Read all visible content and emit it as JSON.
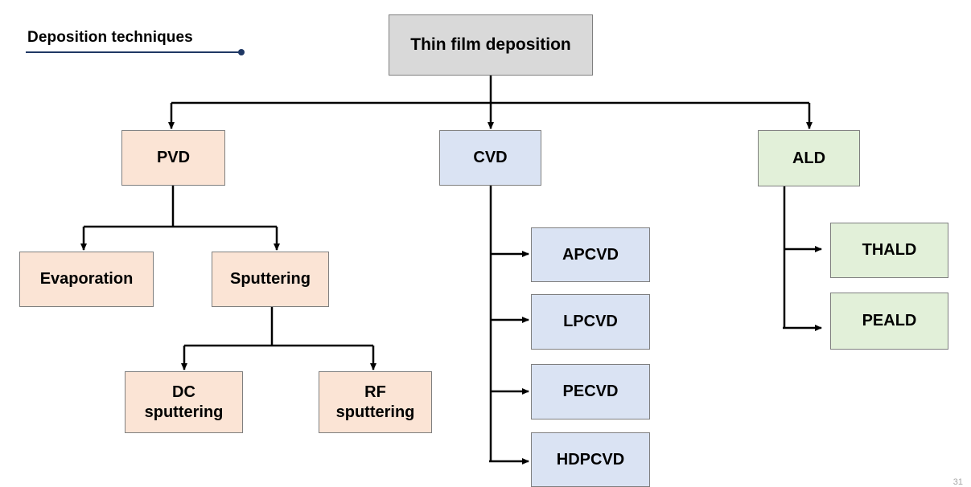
{
  "header": {
    "title": "Deposition techniques"
  },
  "root": {
    "label": "Thin film deposition"
  },
  "categories": {
    "pvd": {
      "label": "PVD"
    },
    "cvd": {
      "label": "CVD"
    },
    "ald": {
      "label": "ALD"
    }
  },
  "pvd_methods": {
    "evaporation": "Evaporation",
    "sputtering": "Sputtering",
    "dc_line1": "DC",
    "dc_line2": "sputtering",
    "rf_line1": "RF",
    "rf_line2": "sputtering"
  },
  "cvd_methods": [
    "APCVD",
    "LPCVD",
    "PECVD",
    "HDPCVD"
  ],
  "ald_methods": [
    "THALD",
    "PEALD"
  ],
  "footer": {
    "page_number": "31"
  },
  "colors": {
    "root_fill": "#d9d9d9",
    "pvd_fill": "#fbe4d5",
    "cvd_fill": "#dae3f3",
    "ald_fill": "#e2f0d9",
    "accent_rule": "#1f3864"
  }
}
